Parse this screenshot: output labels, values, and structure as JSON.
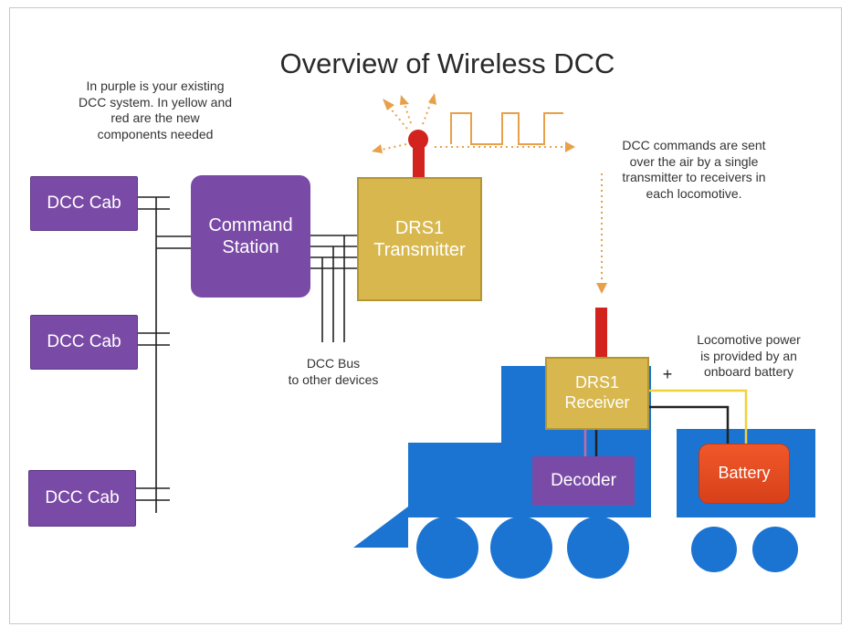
{
  "title": "Overview of Wireless DCC",
  "notes": {
    "legend": [
      "In purple is your existing",
      "DCC system. In yellow and",
      "red are the new",
      "components needed"
    ],
    "commands": [
      "DCC commands are sent",
      "over the air by a single",
      "transmitter to receivers in",
      "each locomotive."
    ],
    "bus": [
      "DCC Bus",
      "to other devices"
    ],
    "power": [
      "Locomotive power",
      "is provided by an",
      "onboard battery"
    ],
    "plus_sign": "+"
  },
  "components": {
    "cabs": [
      "DCC Cab",
      "DCC Cab",
      "DCC Cab"
    ],
    "command_station": [
      "Command",
      "Station"
    ],
    "transmitter": [
      "DRS1",
      "Transmitter"
    ],
    "receiver": [
      "DRS1",
      "Receiver"
    ],
    "decoder": "Decoder",
    "battery": "Battery"
  },
  "colors": {
    "existing_purple": "#7a4ba6",
    "new_yellow": "#d8b84e",
    "antenna_red": "#d2231e",
    "signal_orange": "#e8a04a",
    "locomotive_blue": "#1b74d2",
    "battery_red": "#e34a22",
    "wire_black": "#222222",
    "wire_yellow": "#f0d23c"
  }
}
